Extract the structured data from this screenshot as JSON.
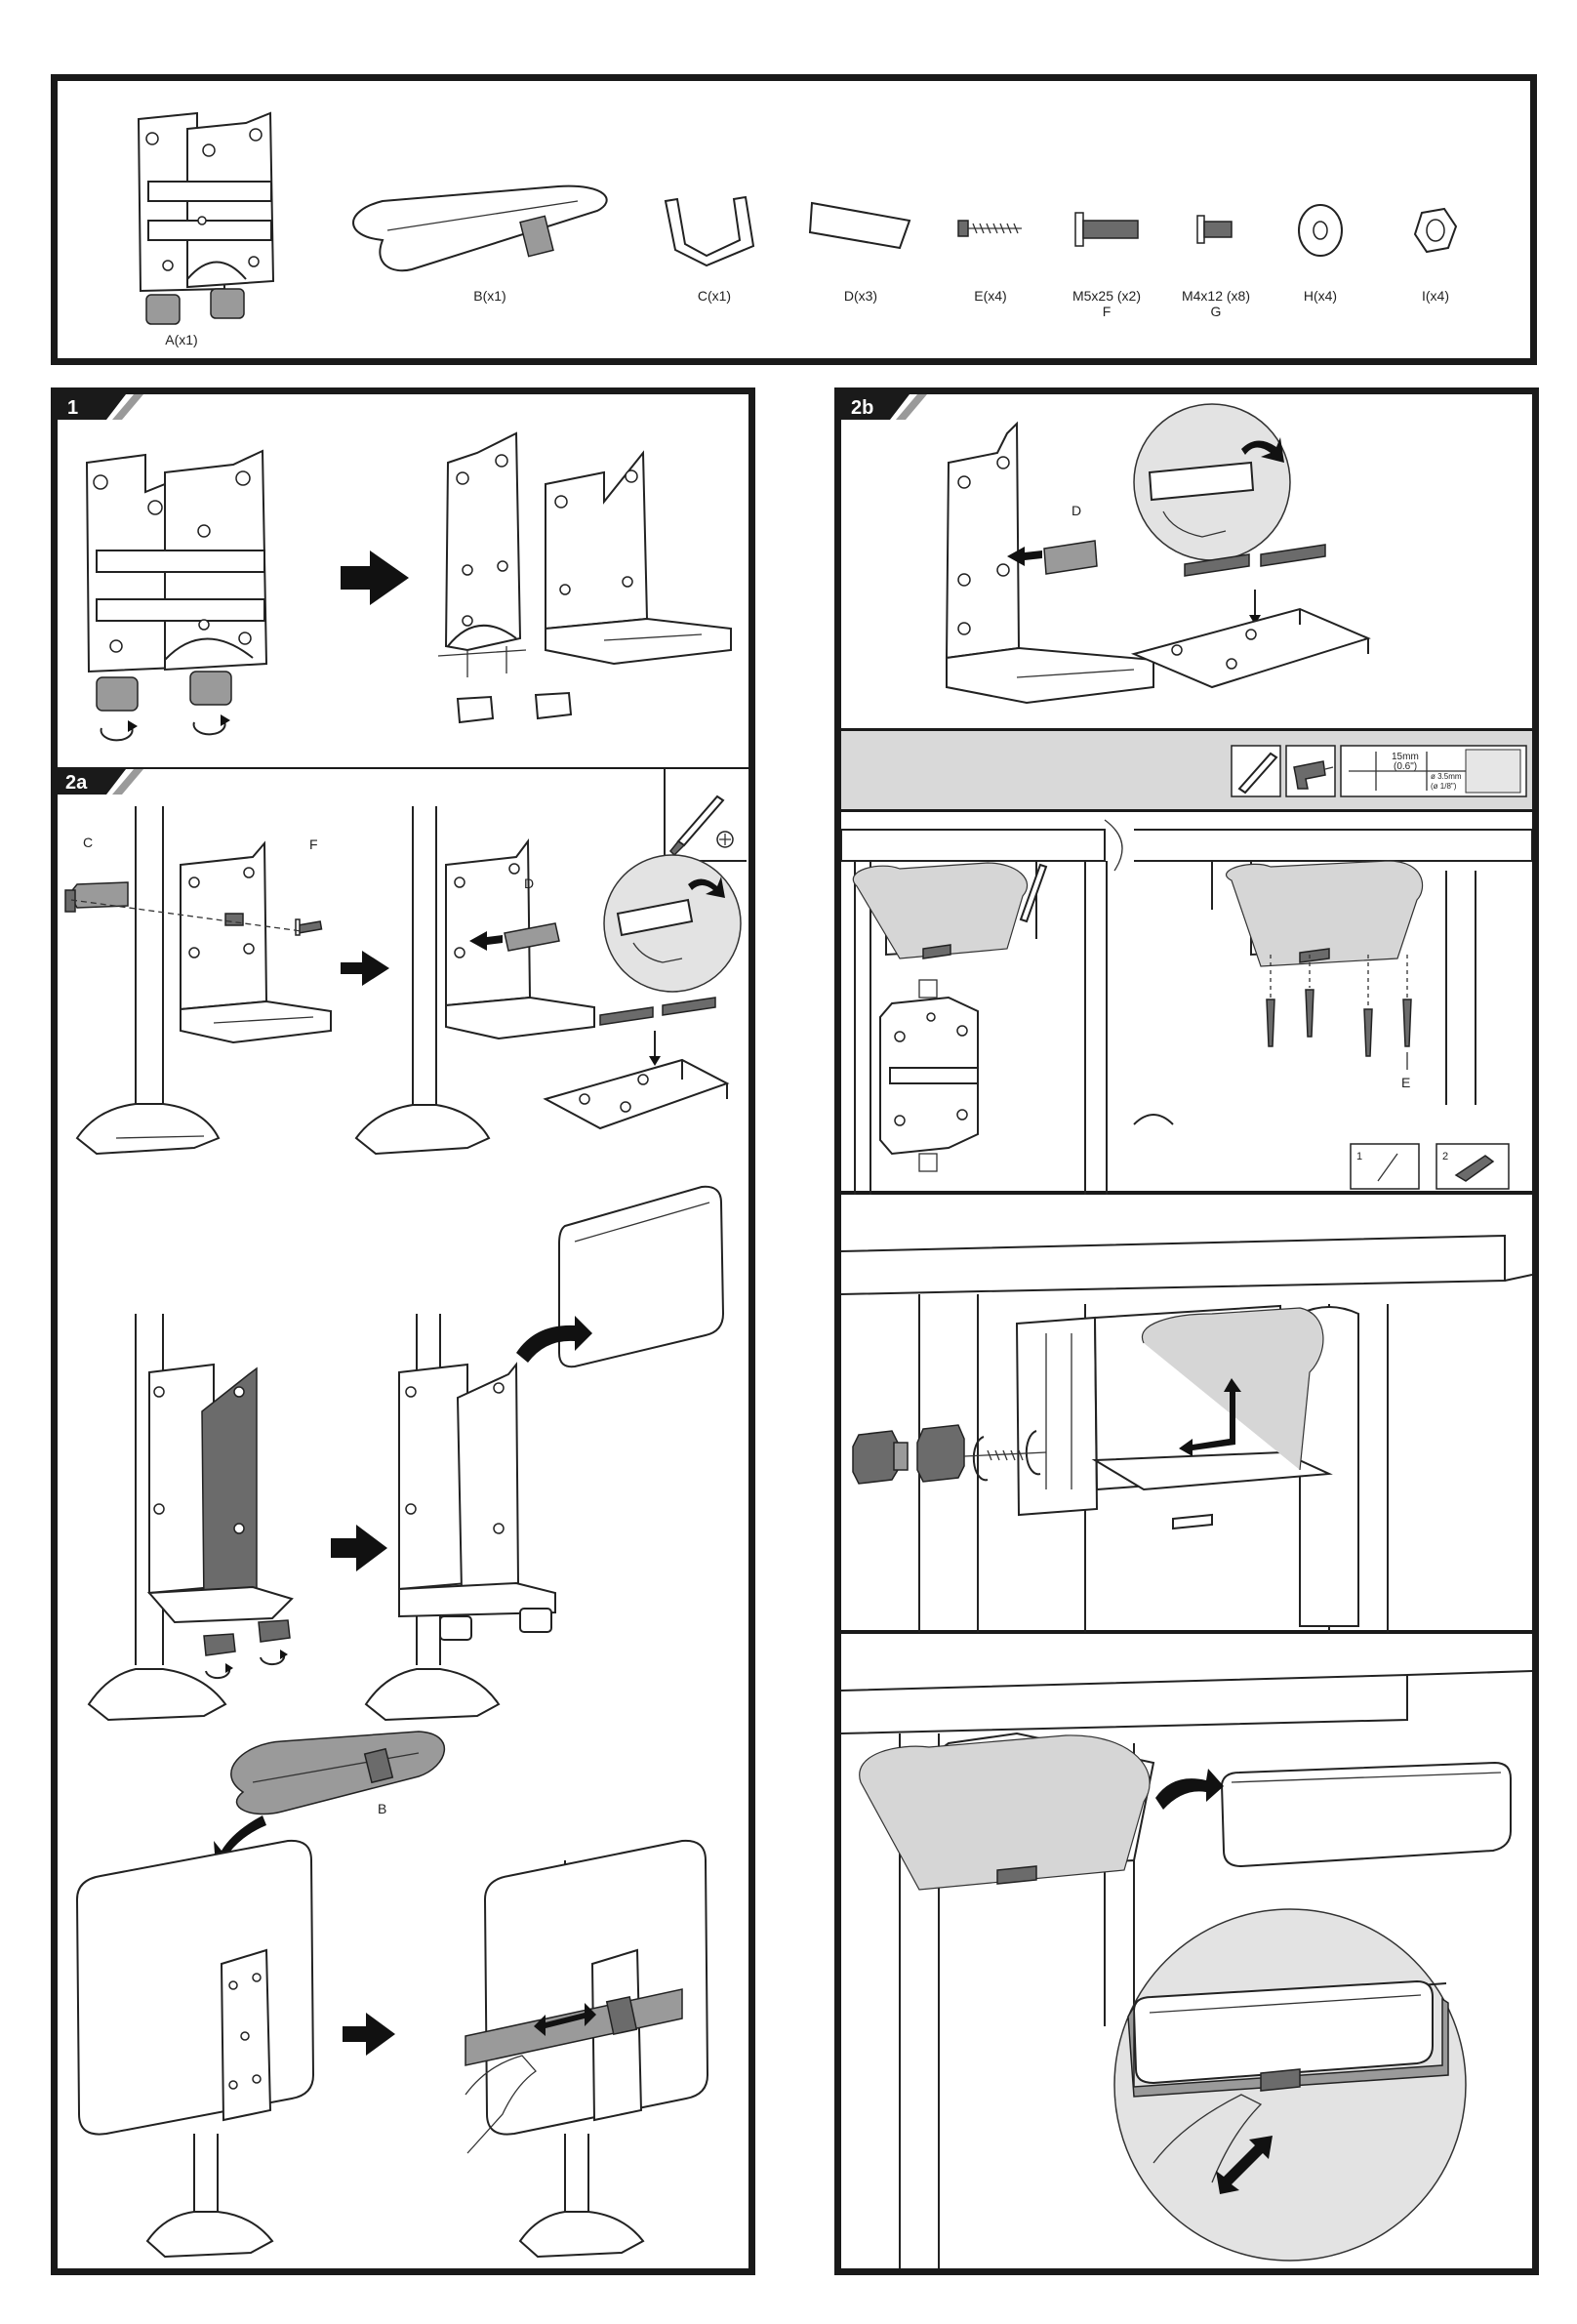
{
  "parts": [
    {
      "id": "a",
      "label": "A(x1)",
      "sub": ""
    },
    {
      "id": "b",
      "label": "B(x1)",
      "sub": ""
    },
    {
      "id": "c",
      "label": "C(x1)",
      "sub": ""
    },
    {
      "id": "d",
      "label": "D(x3)",
      "sub": ""
    },
    {
      "id": "e",
      "label": "E(x4)",
      "sub": ""
    },
    {
      "id": "f",
      "label": "M5x25 (x2)",
      "sub": "F"
    },
    {
      "id": "g",
      "label": "M4x12 (x8)",
      "sub": "G"
    },
    {
      "id": "h",
      "label": "H(x4)",
      "sub": ""
    },
    {
      "id": "i",
      "label": "I(x4)",
      "sub": ""
    }
  ],
  "steps": {
    "step1": "1",
    "step2a": "2a",
    "step2b": "2b"
  },
  "callouts": {
    "c": "C",
    "f": "F",
    "d_2a": "D",
    "d_2b": "D",
    "b": "B",
    "e": "E"
  },
  "drill_box": {
    "dim1": "15mm",
    "dim2": "(0.6\")",
    "dim3": "ø 3.5mm",
    "dim4": "(ø 1/8\")"
  },
  "sub_steps": [
    "1",
    "2"
  ]
}
